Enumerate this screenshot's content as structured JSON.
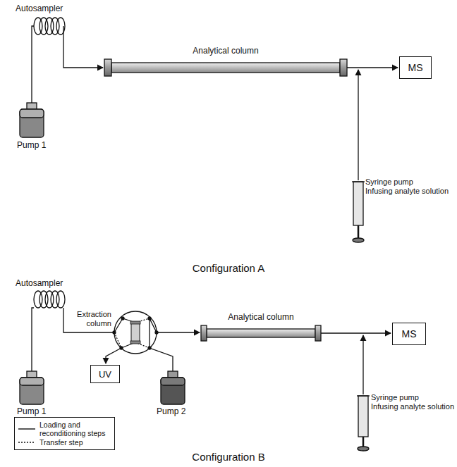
{
  "diagram": {
    "nodes": [
      {
        "text": [
          "MS"
        ]
      },
      {
        "text": [
          "UV"
        ]
      },
      {
        "text": [
          "MS"
        ]
      }
    ],
    "labels": [
      "Autosampler",
      "Analytical column",
      "Pump 1",
      "Syringe pump Infusing analyte solution",
      "Configuration A",
      "Autosampler",
      "Analytical column",
      "Extraction column",
      "Pump 1",
      "Pump 2",
      "Syringe pump Infusing analyte solution",
      "Configuration B"
    ],
    "legend": [
      {
        "text": "Loading and reconditioning steps"
      },
      {
        "text": "Transfer step"
      }
    ]
  }
}
